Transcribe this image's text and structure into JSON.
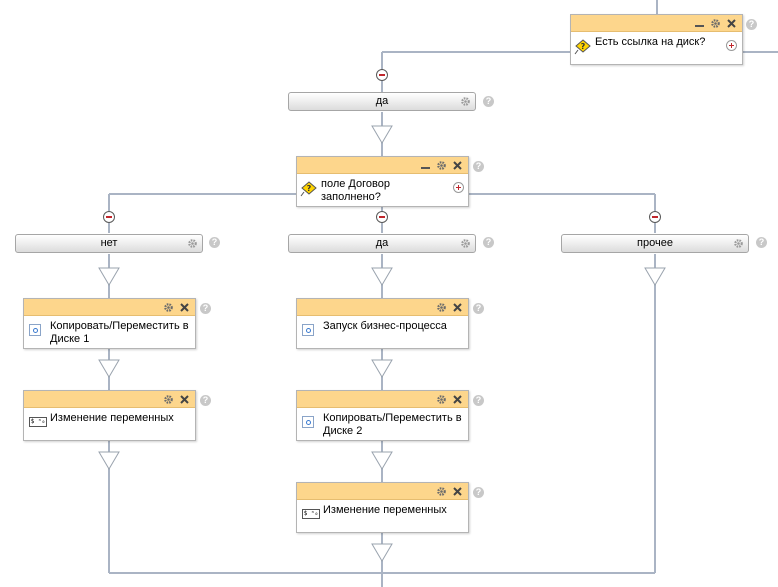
{
  "condition_top": {
    "label": "Есть ссылка на диск?"
  },
  "condition_inner": {
    "label": "поле Договор заполнено?"
  },
  "branches": {
    "top_yes": "да",
    "no": "нет",
    "yes": "да",
    "other": "прочее"
  },
  "actions": {
    "copy_move_1": "Копировать/Переместить в Диске 1",
    "change_vars_1": "Изменение переменных",
    "start_bp": "Запуск бизнес-процесса",
    "copy_move_2": "Копировать/Переместить в Диске 2",
    "change_vars_2": "Изменение переменных"
  },
  "icons": {
    "help": "?",
    "variable_icon_text": "$ ⁿ₀"
  },
  "colors": {
    "header": "#fdd68c",
    "connector": "#aab4c4",
    "remove": "#c0272d"
  }
}
